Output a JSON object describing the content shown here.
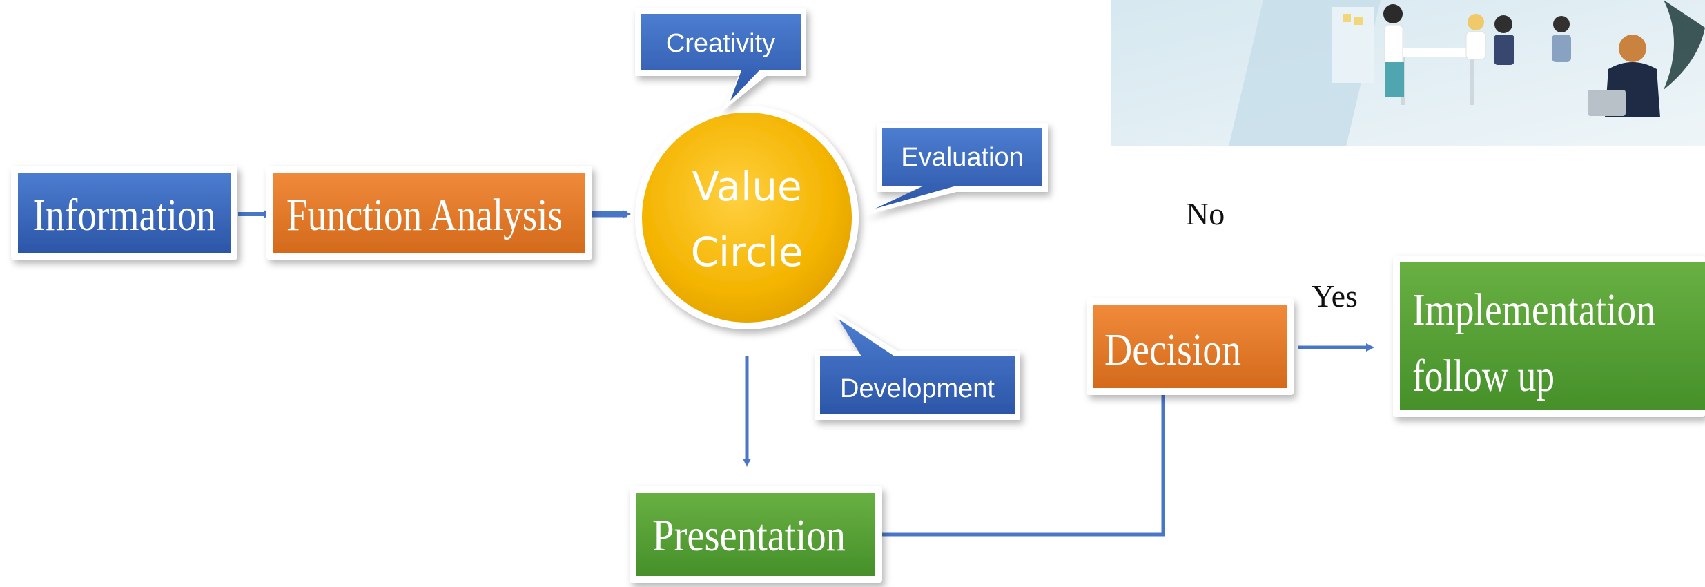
{
  "nodes": {
    "information": "Information",
    "function_analysis": "Function Analysis",
    "value_circle": [
      "Value",
      "Circle"
    ],
    "presentation": "Presentation",
    "decision": "Decision",
    "implementation": [
      "Implementation",
      "follow up"
    ]
  },
  "callouts": {
    "creativity": "Creativity",
    "evaluation": "Evaluation",
    "development": "Development"
  },
  "labels": {
    "no": "No",
    "yes": "Yes"
  },
  "colors": {
    "blue": "#3a64b8",
    "orange": "#e07428",
    "green": "#4f9a30",
    "gold": "#f2b800",
    "connector": "#4a76c8"
  }
}
